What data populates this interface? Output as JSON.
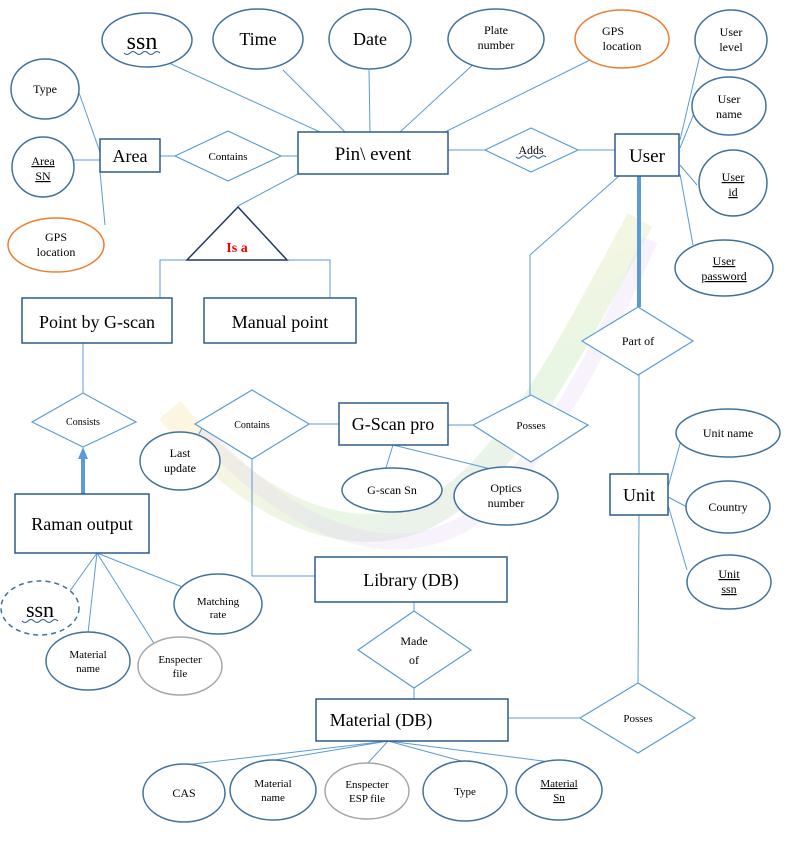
{
  "entities": [
    {
      "id": "pin_event",
      "label": "Pin\\ event"
    },
    {
      "id": "area",
      "label": "Area"
    },
    {
      "id": "user",
      "label": "User"
    },
    {
      "id": "point_by_gscan",
      "label": "Point by G-scan"
    },
    {
      "id": "manual_point",
      "label": "Manual point"
    },
    {
      "id": "gscan_pro",
      "label": "G-Scan pro"
    },
    {
      "id": "raman_output",
      "label": "Raman output"
    },
    {
      "id": "unit",
      "label": "Unit"
    },
    {
      "id": "library_db",
      "label": "Library (DB)"
    },
    {
      "id": "material_db",
      "label": "Material (DB)"
    }
  ],
  "attributes": [
    {
      "id": "ssn_top",
      "lines": [
        "ssn"
      ],
      "underline": false
    },
    {
      "id": "time",
      "lines": [
        "Time"
      ],
      "underline": false
    },
    {
      "id": "date",
      "lines": [
        "Date"
      ],
      "underline": false
    },
    {
      "id": "plate_number",
      "lines": [
        "Plate",
        "number"
      ],
      "underline": false
    },
    {
      "id": "gps_location_top",
      "lines": [
        "GPS",
        "location"
      ],
      "underline": false
    },
    {
      "id": "user_level",
      "lines": [
        "User",
        "level"
      ],
      "underline": false
    },
    {
      "id": "user_name",
      "lines": [
        "User",
        "name"
      ],
      "underline": false
    },
    {
      "id": "user_id",
      "lines": [
        "User",
        "id"
      ],
      "underline": true
    },
    {
      "id": "user_password",
      "lines": [
        "User",
        "password"
      ],
      "underline": true
    },
    {
      "id": "type_area",
      "lines": [
        "Type"
      ],
      "underline": false
    },
    {
      "id": "area_sn",
      "lines": [
        "Area",
        "SN"
      ],
      "underline": true
    },
    {
      "id": "gps_location_left",
      "lines": [
        "GPS",
        "location"
      ],
      "underline": false
    },
    {
      "id": "last_update",
      "lines": [
        "Last",
        "update"
      ],
      "underline": false
    },
    {
      "id": "gscan_sn",
      "lines": [
        "G-scan Sn"
      ],
      "underline": false
    },
    {
      "id": "optics_number",
      "lines": [
        "Optics",
        "number"
      ],
      "underline": false
    },
    {
      "id": "unit_name",
      "lines": [
        "Unit name"
      ],
      "underline": false
    },
    {
      "id": "country",
      "lines": [
        "Country"
      ],
      "underline": false
    },
    {
      "id": "unit_ssn",
      "lines": [
        "Unit",
        "ssn"
      ],
      "underline": true
    },
    {
      "id": "ssn_raman",
      "lines": [
        "ssn"
      ],
      "underline": false
    },
    {
      "id": "matching_rate",
      "lines": [
        "Matching",
        "rate"
      ],
      "underline": false
    },
    {
      "id": "material_name_raman",
      "lines": [
        "Material",
        "name"
      ],
      "underline": false
    },
    {
      "id": "enspecter_file",
      "lines": [
        "Enspecter",
        "file"
      ],
      "underline": false
    },
    {
      "id": "cas",
      "lines": [
        "CAS"
      ],
      "underline": false
    },
    {
      "id": "material_name_db",
      "lines": [
        "Material",
        "name"
      ],
      "underline": false
    },
    {
      "id": "enspecter_esp_file",
      "lines": [
        "Enspecter",
        "ESP file"
      ],
      "underline": false
    },
    {
      "id": "type_material",
      "lines": [
        "Type"
      ],
      "underline": false
    },
    {
      "id": "material_sn",
      "lines": [
        "Material",
        "Sn"
      ],
      "underline": true
    }
  ],
  "relationships": [
    {
      "id": "contains_area",
      "lines": [
        "Contains"
      ]
    },
    {
      "id": "adds",
      "lines": [
        "Adds"
      ]
    },
    {
      "id": "consists",
      "lines": [
        "Consists"
      ]
    },
    {
      "id": "contains_lib",
      "lines": [
        "Contains"
      ]
    },
    {
      "id": "posses_gscan",
      "lines": [
        "Posses"
      ]
    },
    {
      "id": "part_of",
      "lines": [
        "Part of"
      ]
    },
    {
      "id": "made_of",
      "lines": [
        "Made",
        "of"
      ]
    },
    {
      "id": "posses_unit",
      "lines": [
        "Posses"
      ]
    }
  ],
  "isa": {
    "label": "Is a"
  },
  "colors": {
    "connector": "#5b9bd5",
    "entity_border": "#2e5b8a",
    "attribute_border": "#41719c",
    "gps_border": "#ed7d31",
    "file_border": "#a6a6a6",
    "isa_text": "#ff0000"
  }
}
